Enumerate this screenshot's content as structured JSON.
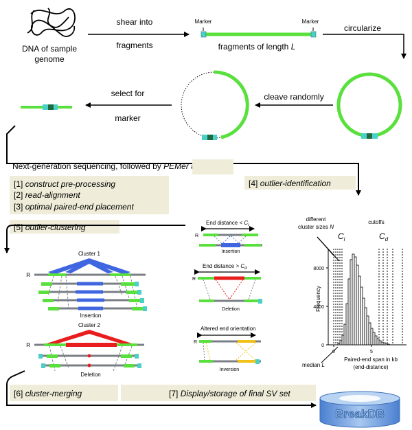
{
  "top": {
    "dna_label_line1": "DNA of sample",
    "dna_label_line2": "genome",
    "shear_line1": "shear into",
    "shear_line2": "fragments",
    "marker_left": "Marker",
    "marker_right": "Marker",
    "fragments_label": "fragments of length ",
    "fragments_L": "L",
    "circularize": "circularize",
    "cleave": "cleave randomly",
    "select_line1": "select for",
    "select_line2": "marker"
  },
  "pipeline": {
    "ngs_text_prefix": "Next-generation sequencing, followed by ",
    "ngs_text_tool": "PEMer",
    "ngs_text_suffix": " analysis",
    "step1": "[1] ",
    "step1_it": "construct pre-processing",
    "step2": "[2] ",
    "step2_it": "read-alignment",
    "step3": "[3] ",
    "step3_it": "optimal paired-end placement",
    "step4": "[4] ",
    "step4_it": "outlier-identification",
    "step5": "[5] ",
    "step5_it": "outlier-clustering",
    "step6": "[6] ",
    "step6_it": "cluster-merging",
    "step7": "[7] ",
    "step7_it": "Display/storage of final SV set"
  },
  "clusters": {
    "cluster1": "Cluster 1",
    "cluster2": "Cluster 2",
    "r1": "R",
    "r2": "R",
    "insertion": "Insertion",
    "deletion": "Deletion"
  },
  "sv_types": {
    "end_dist_less": "End distance < ",
    "ci": "C",
    "ci_sub": "i",
    "end_dist_greater": "End distance > ",
    "cd": "C",
    "cd_sub": "d",
    "insertion": "Insertion",
    "deletion": "Deletion",
    "altered": "Altered end orientation",
    "inversion": "Inversion",
    "r1": "R",
    "r2": "R",
    "r3": "R"
  },
  "histogram": {
    "different_line1": "different",
    "different_line2": "cluster sizes ",
    "N": "N",
    "cutoffs": "cutoffs",
    "ci": "C",
    "ci_sub": "i",
    "cd": "C",
    "cd_sub": "d",
    "ylabel": "Frequency",
    "xlabel_line1": "Paired-end span in kb",
    "xlabel_line2": "(end-distance)",
    "median": "median ",
    "median_L": "L",
    "yticks": [
      "0",
      "4000",
      "8000"
    ],
    "xticks": [
      "0",
      "5"
    ]
  },
  "db": {
    "label": "BreakDB"
  },
  "colors": {
    "green": "#59e03c",
    "blue": "#3f66e0",
    "red": "#e81d1d",
    "yellow": "#f2c21b",
    "box": "#efedd9",
    "db_blue": "#5b8fd6"
  }
}
